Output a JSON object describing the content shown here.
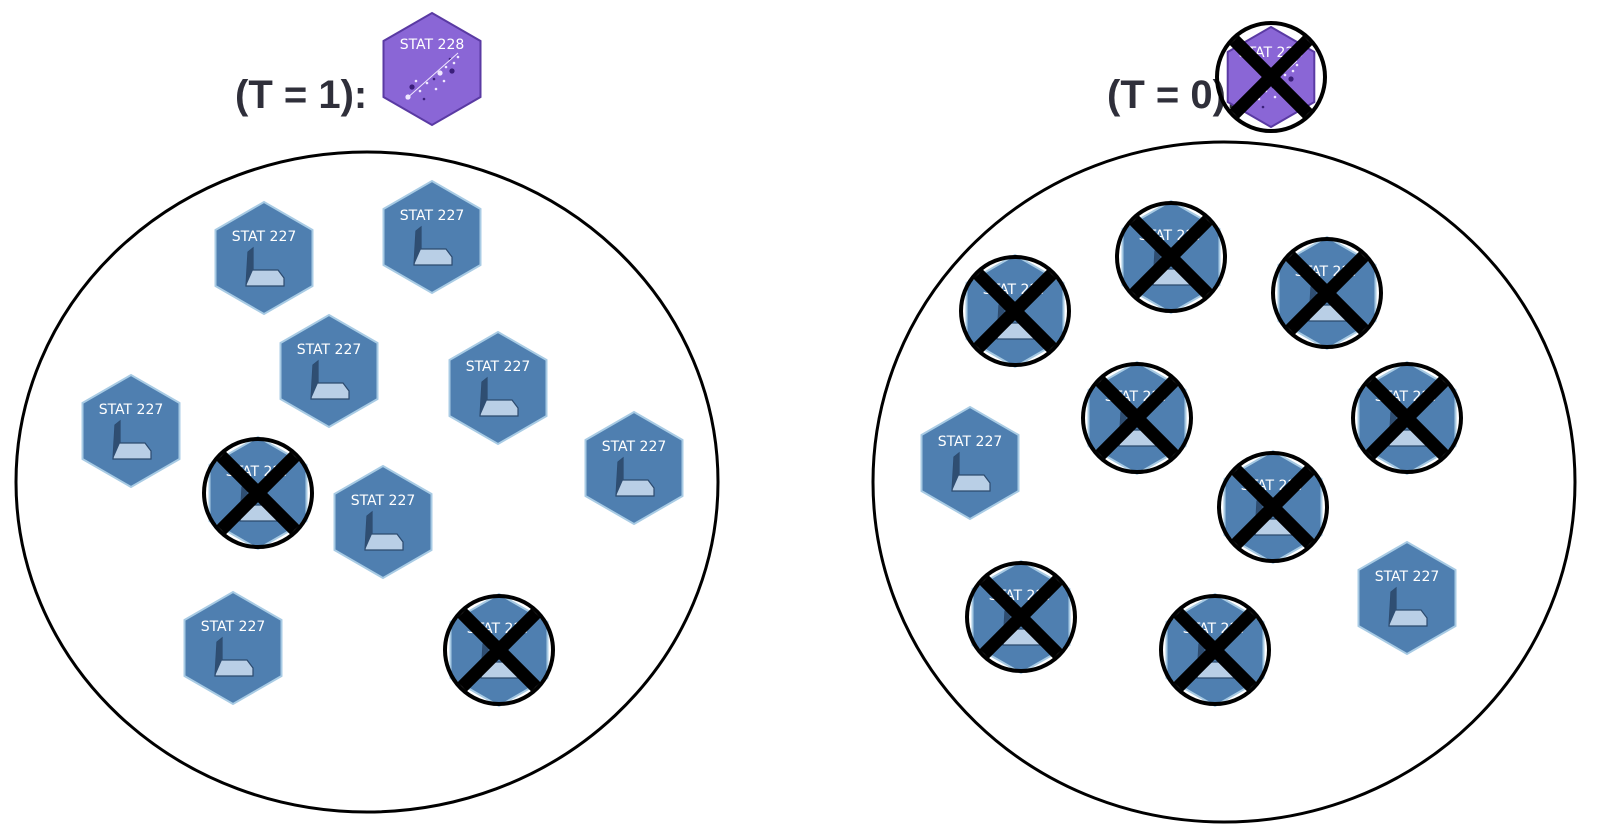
{
  "colors": {
    "background": "#ffffff",
    "stat227_fill": "#4f7fb0",
    "stat227_stroke": "#a8cbe4",
    "stat228_fill": "#8a66d6",
    "stat228_stroke": "#5a3aa3",
    "cross": "#000000",
    "outline": "#000000"
  },
  "groups": [
    {
      "id": "treated",
      "heading": "(T = 1):",
      "icon": {
        "label": "STAT 228",
        "crossed": false
      },
      "hexes": [
        {
          "label": "STAT 227",
          "crossed": false
        },
        {
          "label": "STAT 227",
          "crossed": false
        },
        {
          "label": "STAT 227",
          "crossed": false
        },
        {
          "label": "STAT 227",
          "crossed": false
        },
        {
          "label": "STAT 227",
          "crossed": false
        },
        {
          "label": "STAT 227",
          "crossed": false
        },
        {
          "label": "STAT 227",
          "crossed": false
        },
        {
          "label": "STAT 227",
          "crossed": false
        },
        {
          "label": "STAT 227",
          "crossed": true
        },
        {
          "label": "STAT 227",
          "crossed": true
        }
      ]
    },
    {
      "id": "control",
      "heading": "(T = 0):",
      "icon": {
        "label": "STAT 228",
        "crossed": true
      },
      "hexes": [
        {
          "label": "STAT 227",
          "crossed": true
        },
        {
          "label": "STAT 227",
          "crossed": true
        },
        {
          "label": "STAT 227",
          "crossed": true
        },
        {
          "label": "STAT 227",
          "crossed": true
        },
        {
          "label": "STAT 227",
          "crossed": true
        },
        {
          "label": "STAT 227",
          "crossed": true
        },
        {
          "label": "STAT 227",
          "crossed": true
        },
        {
          "label": "STAT 227",
          "crossed": true
        },
        {
          "label": "STAT 227",
          "crossed": false
        },
        {
          "label": "STAT 227",
          "crossed": false
        }
      ]
    }
  ]
}
